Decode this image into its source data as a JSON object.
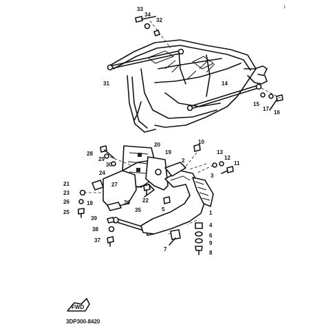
{
  "diagram": {
    "code": "3DP300-8420",
    "corner_mark": "1",
    "fwd_label": "FWD",
    "part_numbers": [
      "33",
      "34",
      "32",
      "31",
      "14",
      "15",
      "17",
      "16",
      "28",
      "29",
      "30",
      "20",
      "19",
      "10",
      "13",
      "12",
      "11",
      "2",
      "3",
      "24",
      "27",
      "21",
      "23",
      "26",
      "25",
      "18",
      "36",
      "22",
      "35",
      "5",
      "1",
      "39",
      "38",
      "37",
      "4",
      "6",
      "9",
      "8",
      "7"
    ]
  }
}
